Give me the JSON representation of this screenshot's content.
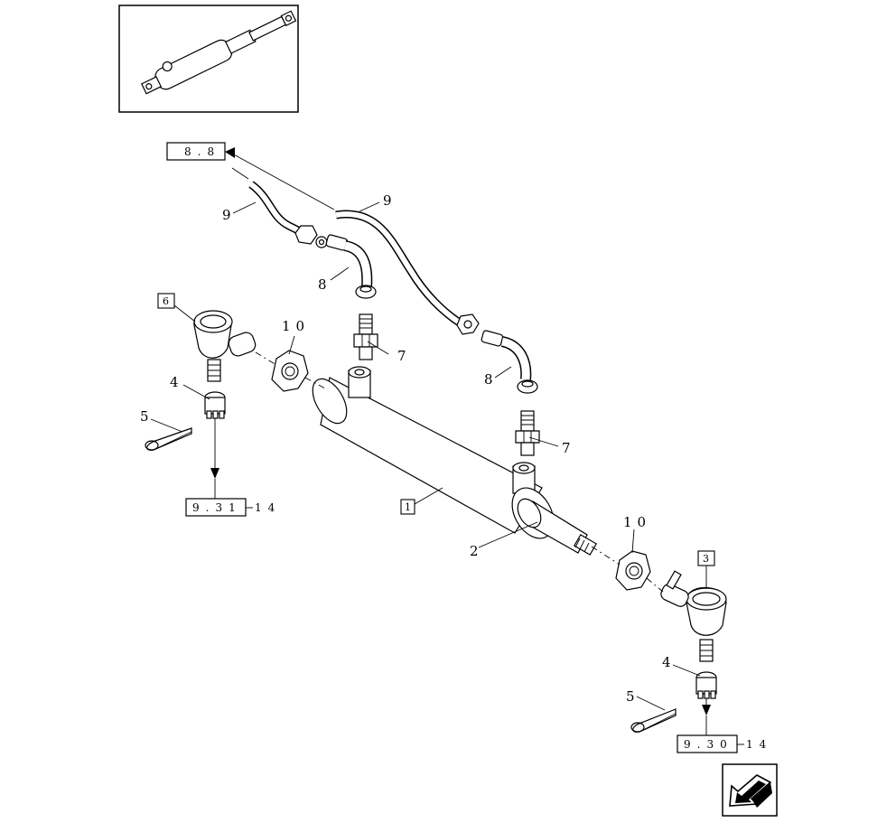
{
  "references": {
    "hose_ref": "8.8",
    "tie_rod_ref_left": "9.31",
    "tie_rod_ref_left_suffix": "14",
    "tie_rod_ref_right": "9.30",
    "tie_rod_ref_right_suffix": "14"
  },
  "boxed_items": {
    "cylinder": "1",
    "right_end": "3",
    "left_end": "6"
  },
  "callouts": {
    "hose_left": "9",
    "hose_right": "9",
    "elbow_left": "8",
    "elbow_right": "8",
    "fitting_left": "7",
    "fitting_right": "7",
    "nut_left": "10",
    "nut_right": "10",
    "castle_nut_left": "4",
    "castle_nut_right": "4",
    "cotter_pin_left": "5",
    "cotter_pin_right": "5",
    "rod": "2"
  },
  "icons": {
    "thumbnail": "steering-cylinder-thumbnail",
    "nav": "previous-page-arrow-icon"
  }
}
